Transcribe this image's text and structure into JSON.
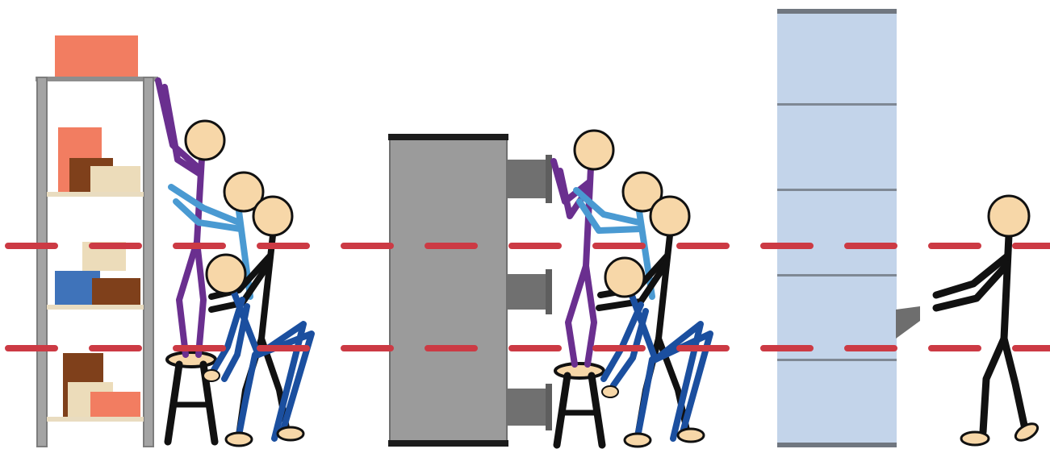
{
  "panels": [
    {
      "name": "open-shelving",
      "people": 4,
      "has_stool": true
    },
    {
      "name": "drawer-cabinet",
      "people": 4,
      "has_stool": true
    },
    {
      "name": "vertical-lift-module",
      "people": 1,
      "has_stool": false
    }
  ],
  "colors": {
    "background": "#ffffff",
    "zone_line": "#cc3a44",
    "shelf_frame": "#9c9c9c",
    "cabinet_body": "#9b9b9b",
    "cabinet_drawer": "#707070",
    "vlm_body": "#c3d4ea",
    "vlm_lines": "#7f8894",
    "skin": "#f7d7a8",
    "figure_purple": "#6a2f8f",
    "figure_light_blue": "#4a9ad2",
    "figure_black": "#111111",
    "figure_dark_blue": "#1b4f9f",
    "box_salmon": "#f27d61",
    "box_brown": "#7f401b",
    "box_beige": "#ecdcba",
    "box_blue": "#3f73ba"
  },
  "icons": [
    "stick-figure-icon",
    "step-stool-icon",
    "storage-box-icon"
  ]
}
